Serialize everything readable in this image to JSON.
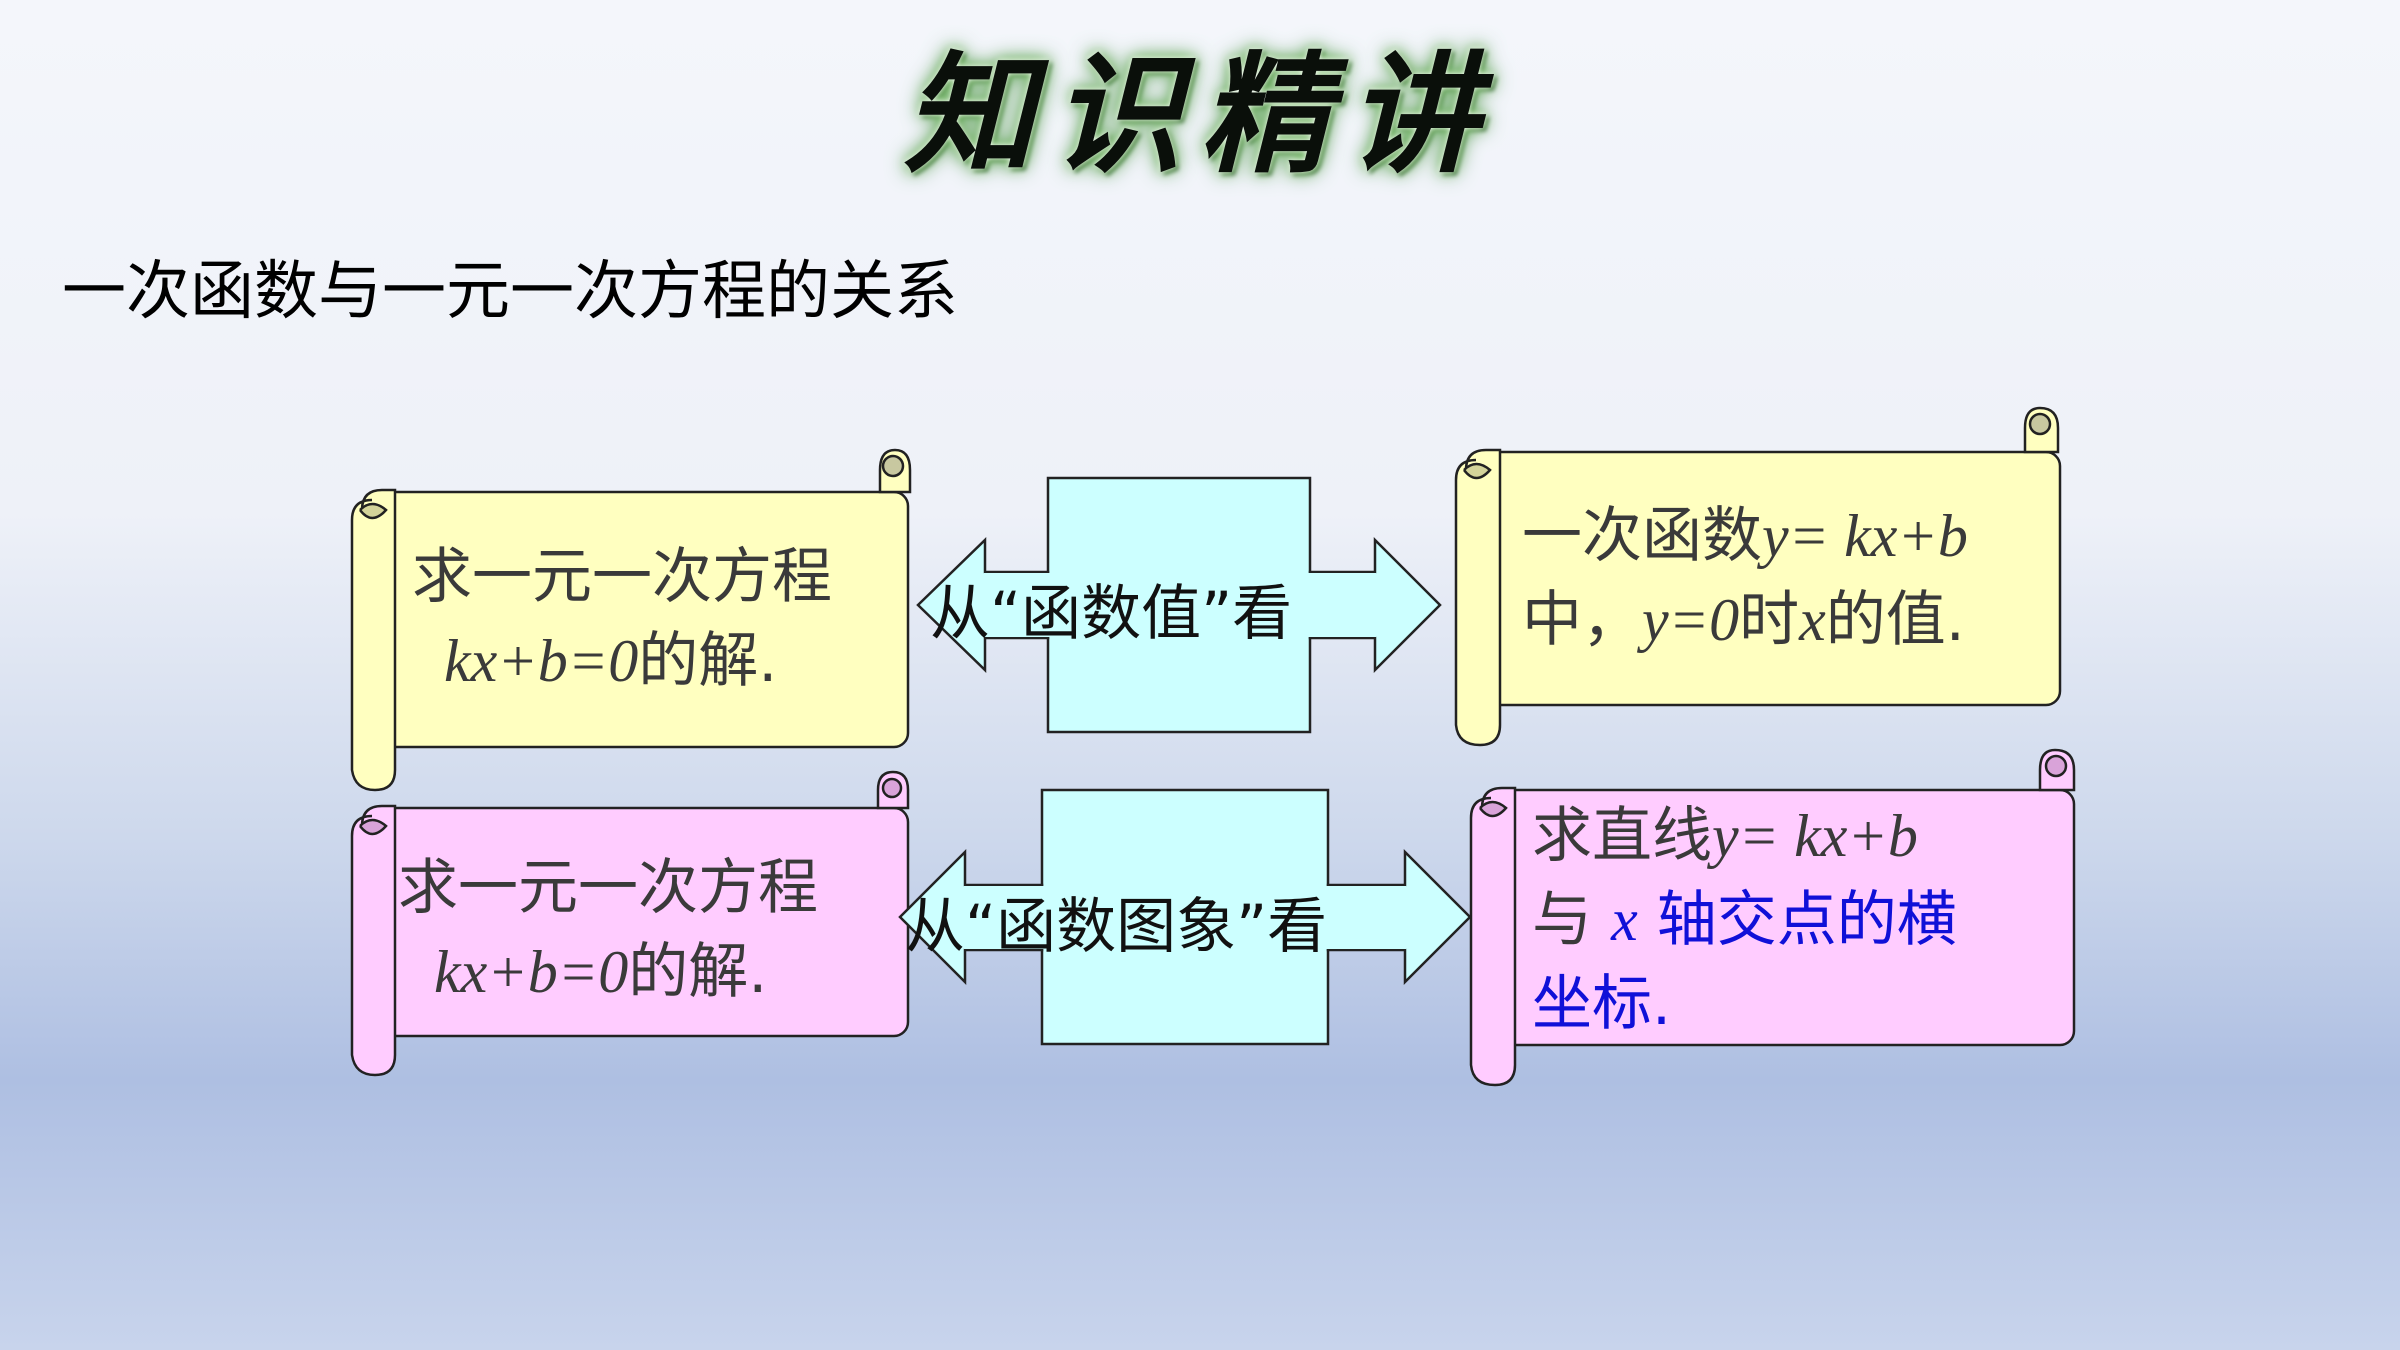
{
  "header": {
    "title": "知识精讲"
  },
  "section": {
    "subtitle": "一次函数与一元一次方程的关系"
  },
  "row1": {
    "left_line1": "求一元一次方程",
    "left_eq": "kx+b=0",
    "left_suffix": "的解.",
    "middle": "从“函数值”看",
    "right_prefix": "一次函数",
    "right_eq": "y= kx+b",
    "right_line2a": "中，",
    "right_y0": "y=0",
    "right_line2b": "时",
    "right_x": "x",
    "right_line2c": "的值."
  },
  "row2": {
    "left_line1": "求一元一次方程",
    "left_eq": "kx+b=0",
    "left_suffix": "的解.",
    "middle": "从“函数图象”看",
    "right_prefix": "求直线",
    "right_eq": "y= kx+b",
    "right_line2a": "与 ",
    "right_x": "x",
    "right_line2b": " 轴交点的横",
    "right_line3": "坐标."
  },
  "colors": {
    "yellow_scroll": "#ffffc0",
    "pink_scroll": "#ffccff",
    "cyan_box": "#ccffff"
  }
}
